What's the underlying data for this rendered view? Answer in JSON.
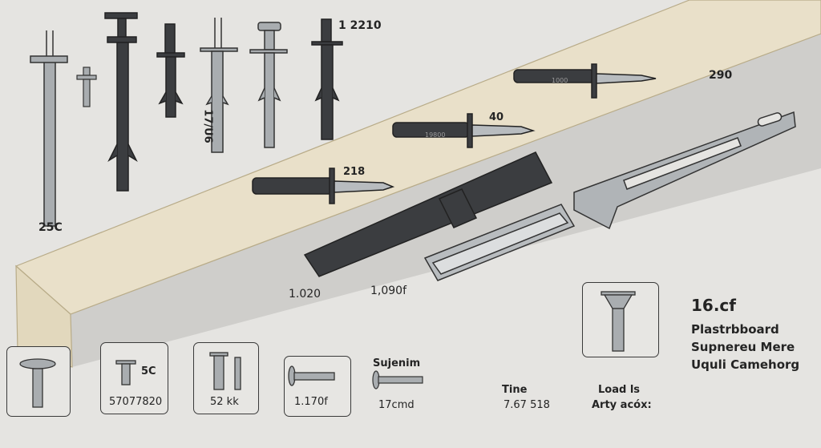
{
  "labels": {
    "top_left": "25C",
    "top_number": "1 2210",
    "rotated_code": "17/U6",
    "right_number": "290",
    "anchor_a": "40",
    "anchor_a_code": "19800",
    "anchor_b_code": "1000",
    "anchor_c": "218",
    "mid_left": "1.020",
    "mid_right": "1,090f"
  },
  "cards": [
    {
      "label": "",
      "value": ""
    },
    {
      "label": "5C",
      "value": "57077820"
    },
    {
      "label": "",
      "value": "52 kk"
    },
    {
      "label": "",
      "value": "1.170f"
    }
  ],
  "loose_item": {
    "title": "Sujenim",
    "value": "17cmd"
  },
  "stats": [
    {
      "title": "Tine",
      "value": "7.67 518"
    },
    {
      "title": "Load ls",
      "value": "Arty acóx:"
    }
  ],
  "feature": {
    "code": "16.cf",
    "lines": [
      "Plastrbboard",
      "Supnereu Mere",
      "Uquli Camehorg"
    ]
  },
  "colors": {
    "background": "#e5e4e1",
    "beam_top": "#e9e0c9",
    "dark_metal": "#3b3d40",
    "light_metal": "#a9adb0"
  }
}
